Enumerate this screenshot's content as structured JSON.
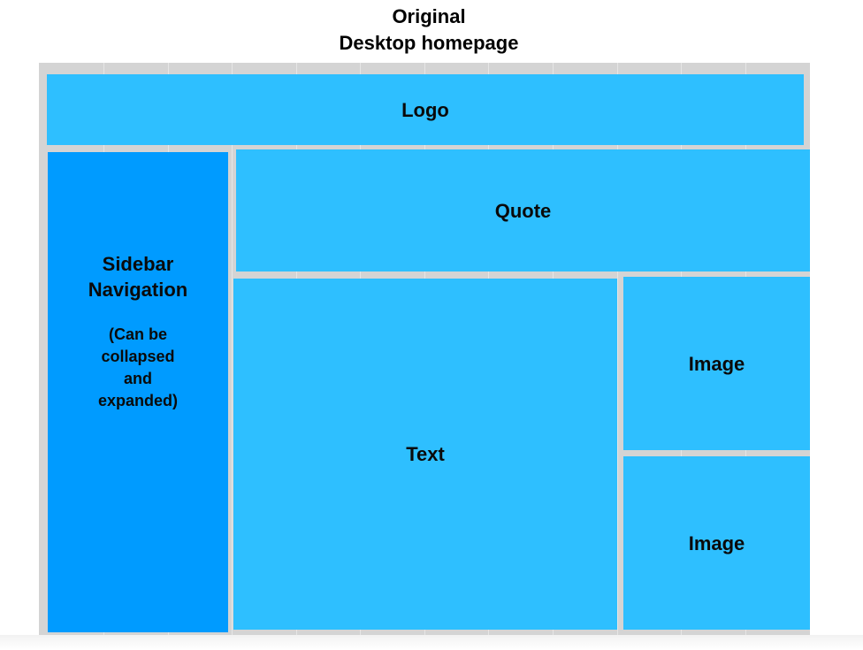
{
  "title": {
    "line1": "Original",
    "line2": "Desktop homepage"
  },
  "blocks": {
    "logo": "Logo",
    "sidebar": "Sidebar Navigation",
    "sidebar_note": "(Can be collapsed and expanded)",
    "quote": "Quote",
    "text": "Text",
    "image_top": "Image",
    "image_bottom": "Image"
  },
  "colors": {
    "block": "#2ebfff",
    "sidebar": "#009bff",
    "frame": "#d4d4d4"
  }
}
